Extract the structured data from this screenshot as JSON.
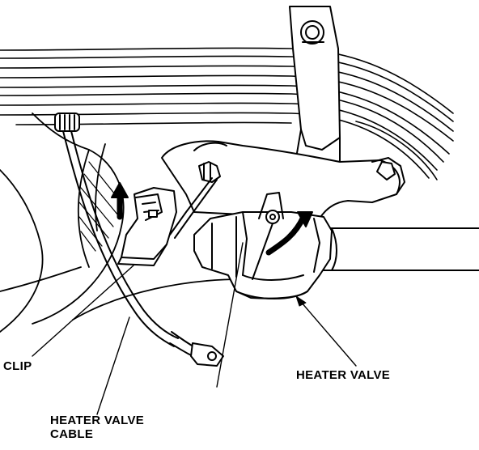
{
  "labels": {
    "clip": "CLIP",
    "heater_valve": "HEATER VALVE",
    "heater_valve_cable_line1": "HEATER VALVE",
    "heater_valve_cable_line2": "CABLE"
  },
  "colors": {
    "ink": "#000000",
    "paper": "#ffffff"
  }
}
